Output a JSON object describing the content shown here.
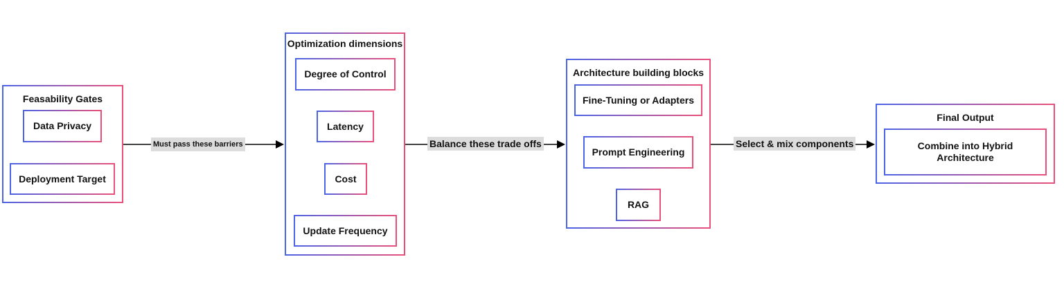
{
  "gates": {
    "title": "Feasability Gates",
    "items": [
      "Data Privacy",
      "Deployment Target"
    ]
  },
  "dimensions": {
    "title": "Optimization dimensions",
    "items": [
      "Degree of Control",
      "Latency",
      "Cost",
      "Update Frequency"
    ]
  },
  "blocks": {
    "title": "Architecture building blocks",
    "items": [
      "Fine-Tuning or Adapters",
      "Prompt Engineering",
      "RAG"
    ]
  },
  "output": {
    "title": "Final Output",
    "item": "Combine into Hybrid Architecture"
  },
  "edges": {
    "gates_to_dimensions": "Must pass these barriers",
    "dimensions_to_blocks": "Balance these trade offs",
    "blocks_to_output": "Select & mix components"
  }
}
